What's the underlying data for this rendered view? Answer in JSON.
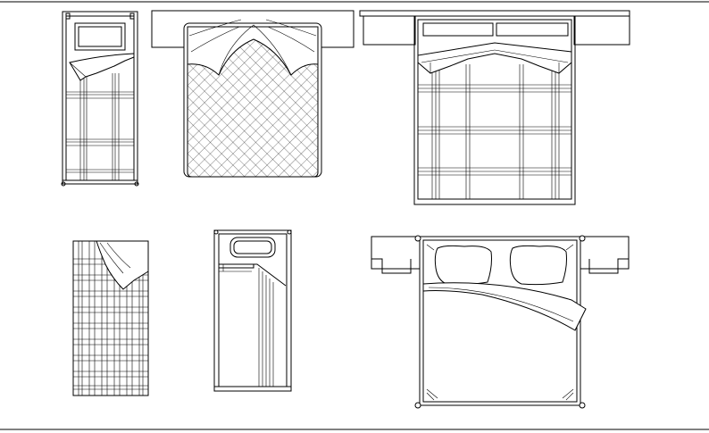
{
  "drawing": {
    "kind": "cad-bed-plan-blocks",
    "line_color": "#000000",
    "background": "#ffffff",
    "frame_lines": "top-and-bottom"
  },
  "blocks": [
    {
      "id": "single-bed-plaid-with-pillow",
      "row": 1,
      "col": 1,
      "pattern": "plaid",
      "pillows": 1,
      "fold": "triangular"
    },
    {
      "id": "double-bed-diamond-quilt",
      "row": 1,
      "col": 2,
      "pattern": "diamond-crosshatch",
      "pillows": 0,
      "fold": "curved",
      "headboard": true
    },
    {
      "id": "double-bed-plaid-nightstands",
      "row": 1,
      "col": 3,
      "pattern": "plaid",
      "pillows": 2,
      "fold": "triangular",
      "headboard": true
    },
    {
      "id": "single-bed-grid-quilt",
      "row": 2,
      "col": 1,
      "pattern": "grid",
      "pillows": 0,
      "fold": "triangular"
    },
    {
      "id": "single-bed-striped-fold",
      "row": 2,
      "col": 2,
      "pattern": "vertical-stripes",
      "pillows": 1,
      "fold": "stepped"
    },
    {
      "id": "double-bed-two-pillows-posts",
      "row": 2,
      "col": 3,
      "pattern": "plain",
      "pillows": 2,
      "fold": "curved-sheet",
      "headboard": true,
      "corner_posts": 4
    }
  ]
}
